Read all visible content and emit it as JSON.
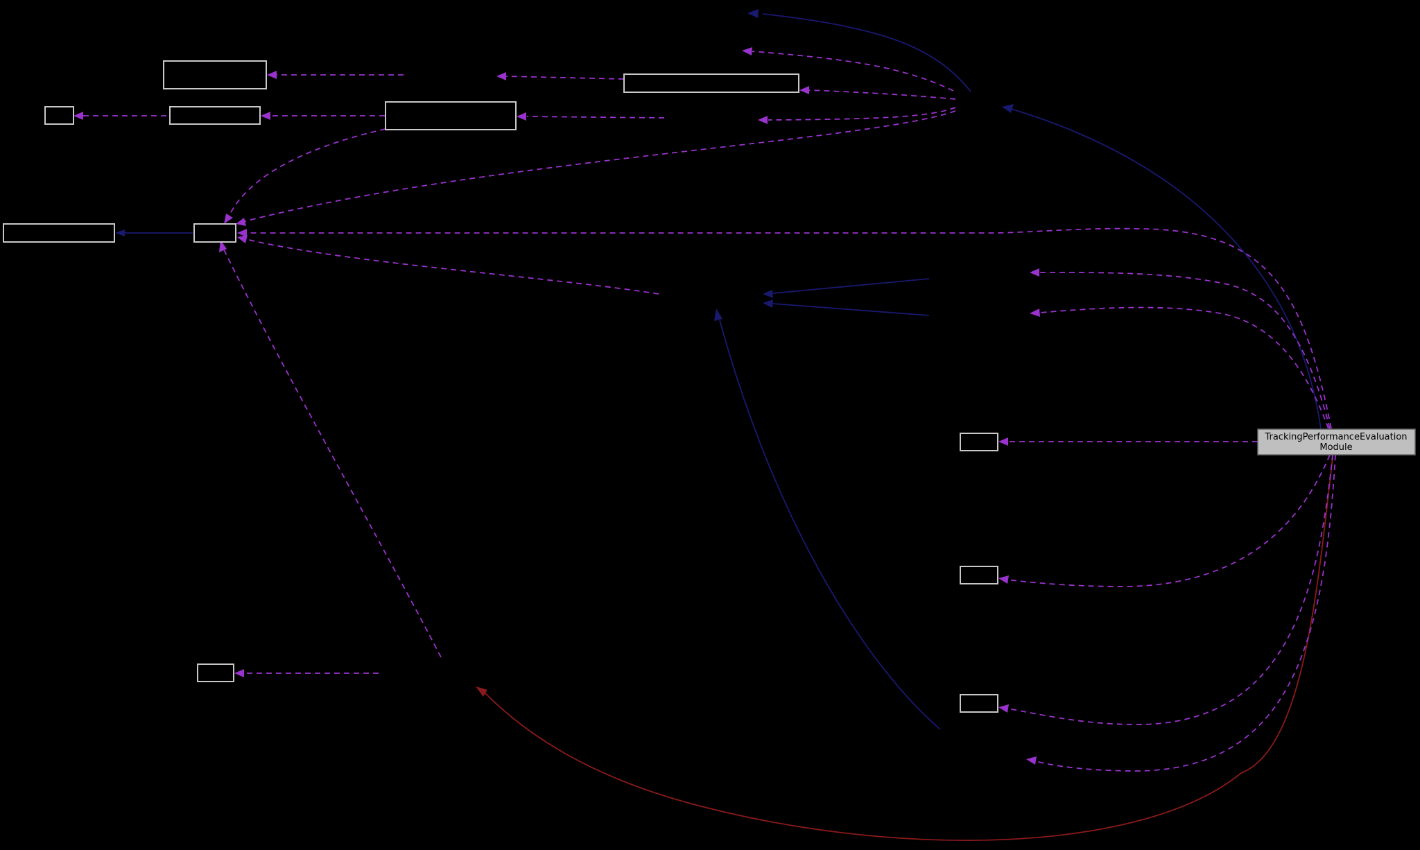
{
  "diagram": {
    "type": "collaboration-graph",
    "background": "#000000",
    "colors": {
      "node_border": "#c8c8c8",
      "main_node_fill": "#bfbfbf",
      "usage_edge": "#9a32cd",
      "inheritance_edge": "#191970",
      "template_edge": "#8b1a1a"
    },
    "main_node": {
      "line1": "TrackingPerformanceEvaluation",
      "line2": "Module"
    },
    "nodes": [
      {
        "id": "A",
        "label": ""
      },
      {
        "id": "B",
        "label": ""
      },
      {
        "id": "C",
        "label": ""
      },
      {
        "id": "D",
        "label": ""
      },
      {
        "id": "E",
        "label": ""
      },
      {
        "id": "F",
        "label": ""
      },
      {
        "id": "G",
        "label": ""
      },
      {
        "id": "H",
        "label": ""
      },
      {
        "id": "I",
        "label": ""
      },
      {
        "id": "J",
        "label": ""
      },
      {
        "id": "K",
        "label": ""
      }
    ]
  }
}
